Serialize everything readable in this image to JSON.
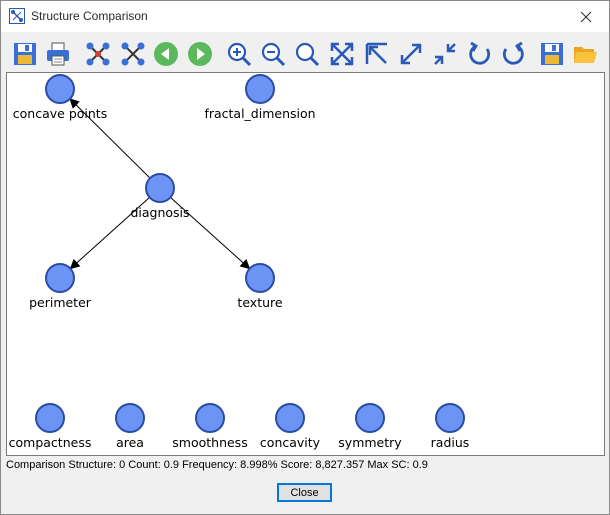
{
  "window": {
    "title": "Structure Comparison"
  },
  "toolbar": {
    "icons": [
      "save-icon",
      "print-icon",
      "network-layout-icon",
      "network-layout-alt-icon",
      "previous-icon",
      "next-icon",
      "zoom-in-icon",
      "zoom-out-icon",
      "zoom-fit-icon",
      "expand-all-icon",
      "move-top-left-icon",
      "enlarge-icon",
      "shrink-icon",
      "rotate-left-icon",
      "rotate-right-icon",
      "save-document-icon",
      "open-folder-icon"
    ]
  },
  "graph": {
    "nodes": [
      {
        "id": "concave_points",
        "label": "concave points"
      },
      {
        "id": "fractal_dimension",
        "label": "fractal_dimension"
      },
      {
        "id": "diagnosis",
        "label": "diagnosis"
      },
      {
        "id": "perimeter",
        "label": "perimeter"
      },
      {
        "id": "texture",
        "label": "texture"
      },
      {
        "id": "compactness",
        "label": "compactness"
      },
      {
        "id": "area",
        "label": "area"
      },
      {
        "id": "smoothness",
        "label": "smoothness"
      },
      {
        "id": "concavity",
        "label": "concavity"
      },
      {
        "id": "symmetry",
        "label": "symmetry"
      },
      {
        "id": "radius",
        "label": "radius"
      }
    ],
    "edges": [
      {
        "from": "diagnosis",
        "to": "concave_points"
      },
      {
        "from": "diagnosis",
        "to": "perimeter"
      },
      {
        "from": "diagnosis",
        "to": "texture"
      }
    ],
    "colors": {
      "node_fill": "#6b94f5",
      "node_stroke": "#2c4aa8",
      "edge": "#000000"
    }
  },
  "status": {
    "text": "Comparison Structure: 0 Count: 0.9 Frequency: 8.998% Score: 8,827.357 Max SC: 0.9"
  },
  "buttons": {
    "close_label": "Close"
  }
}
